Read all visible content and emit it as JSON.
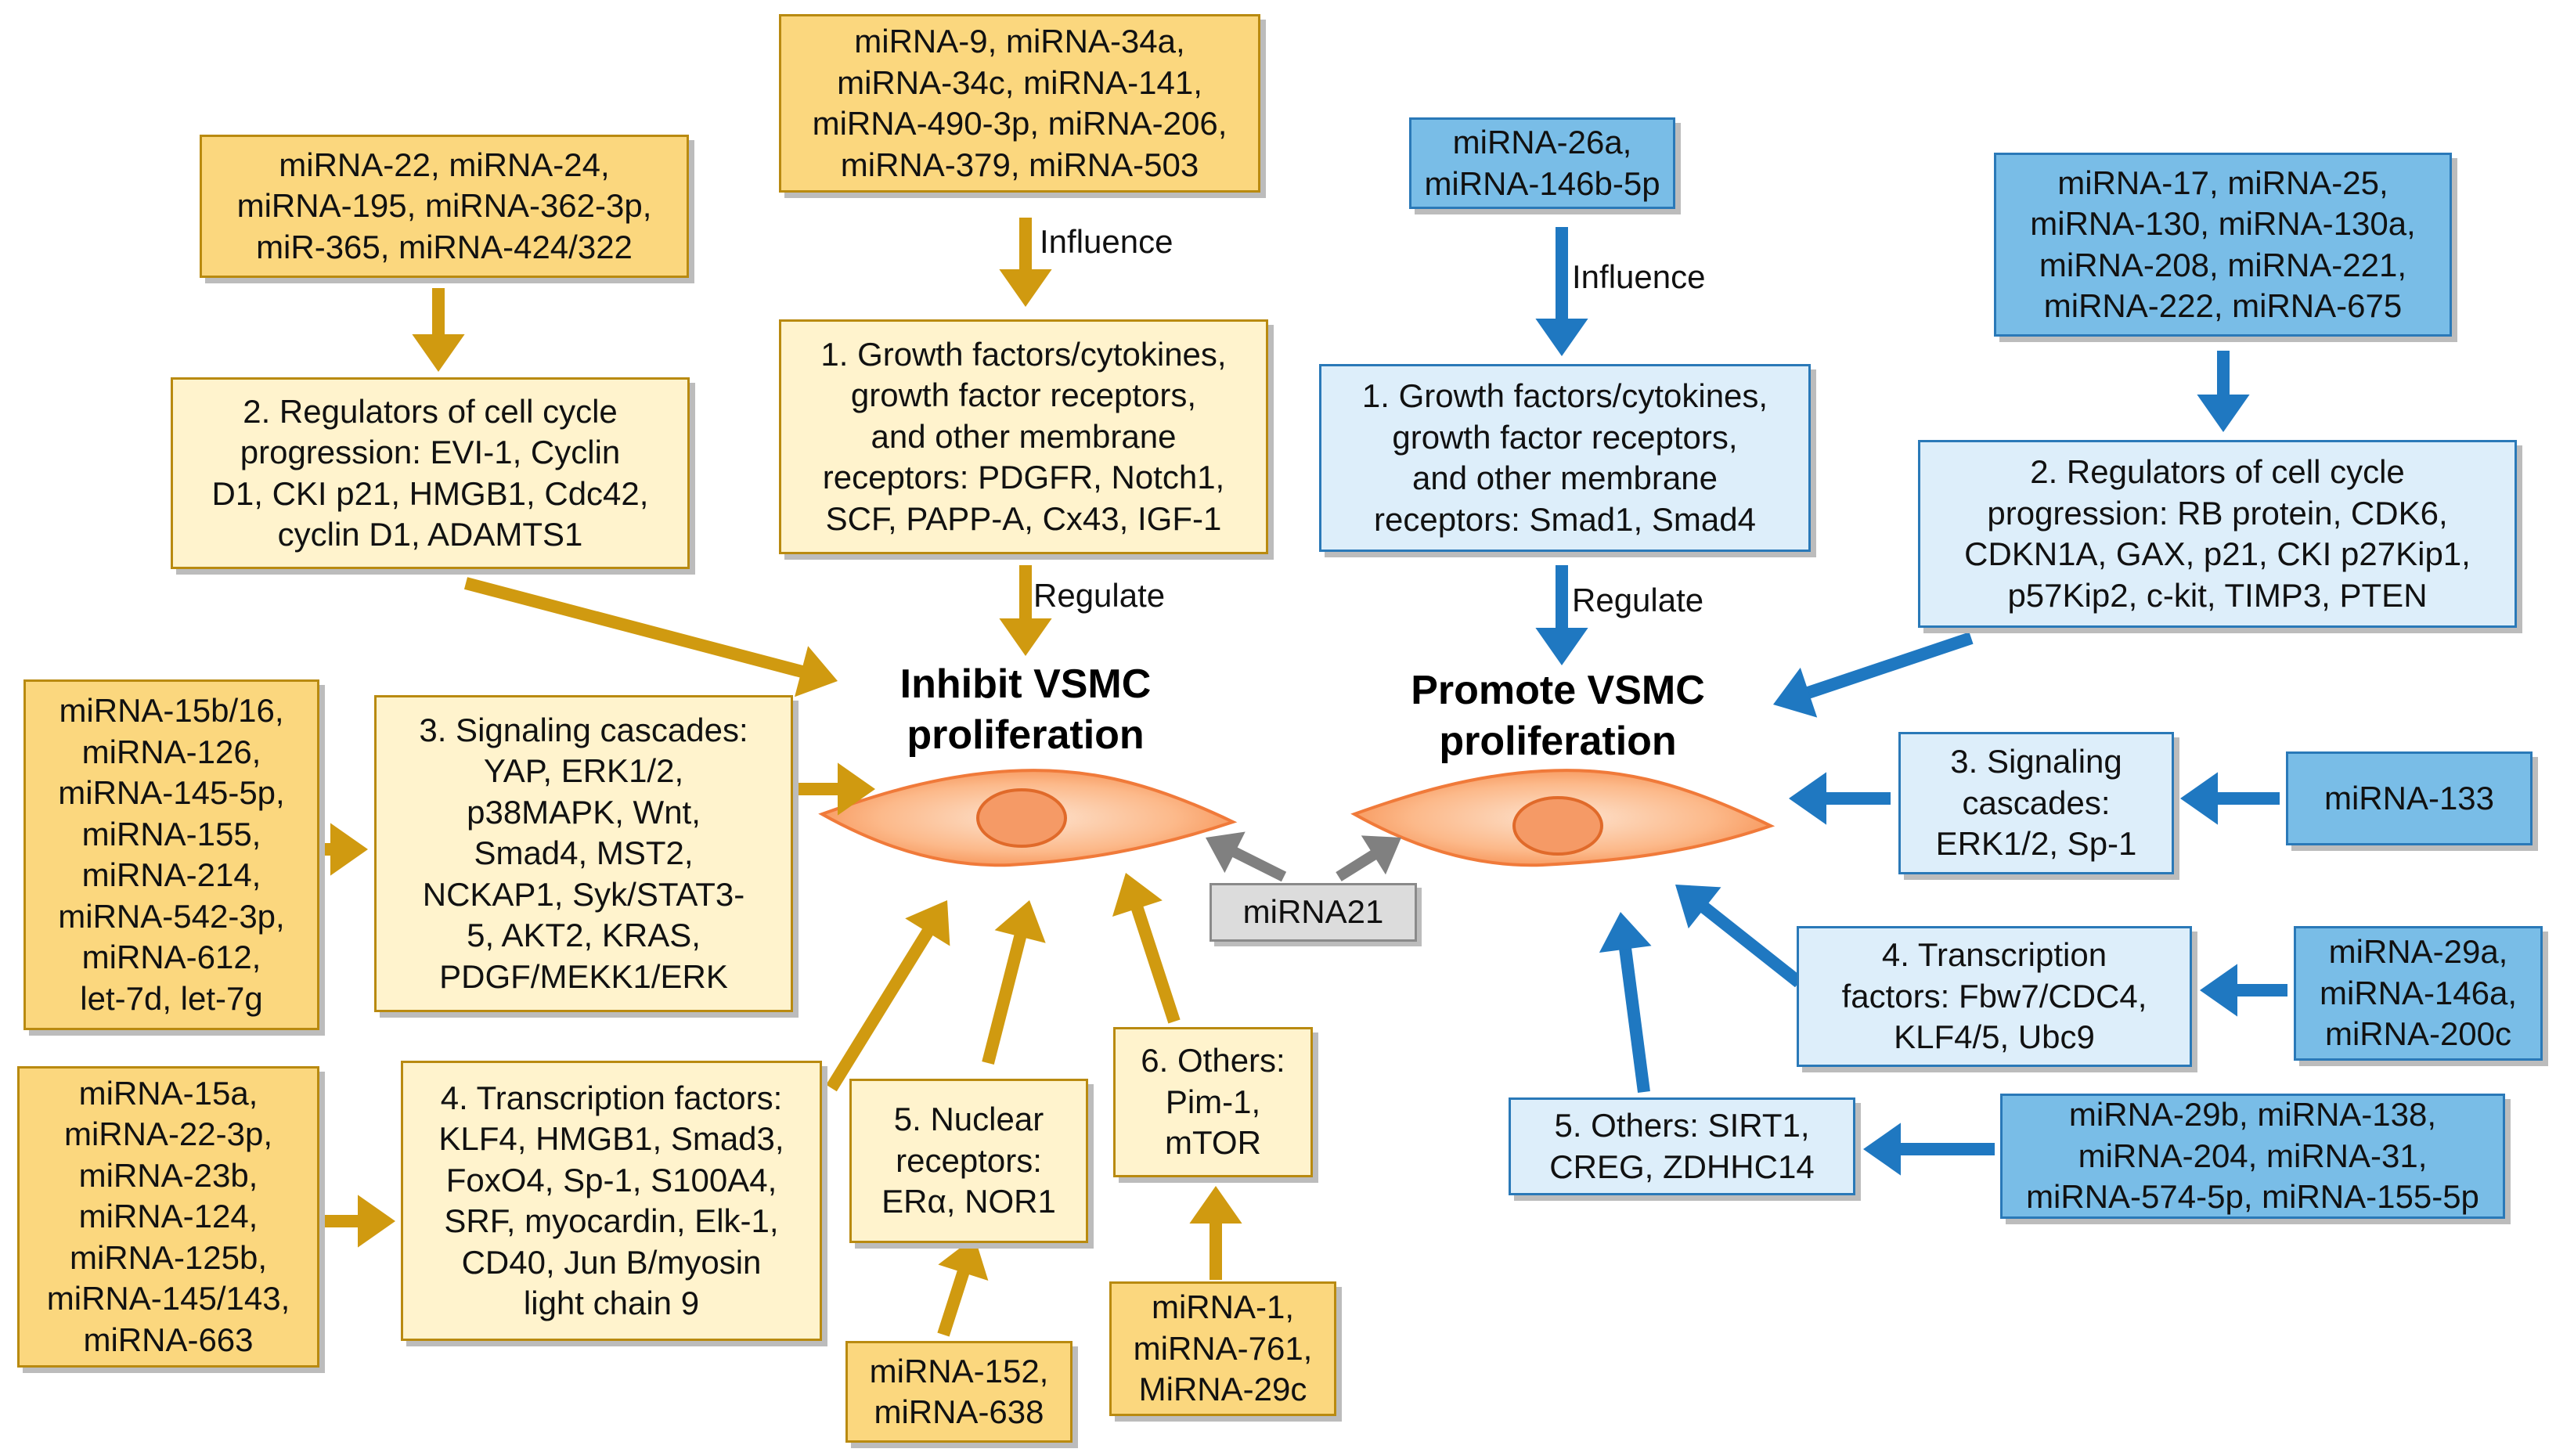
{
  "diagram": {
    "inhibit_title": "Inhibit VSMC\nproliferation",
    "promote_title": "Promote VSMC\nproliferation",
    "center_label": "miRNA21",
    "arrow_labels": {
      "influence_left": "Influence",
      "regulate_left": "Regulate",
      "influence_right": "Influence",
      "regulate_right": "Regulate"
    },
    "inhibit": {
      "cat1_mirnas": "miRNA-9, miRNA-34a,\nmiRNA-34c, miRNA-141,\nmiRNA-490-3p, miRNA-206,\nmiRNA-379, miRNA-503",
      "cat1": "1. Growth factors/cytokines,\ngrowth factor receptors,\nand other membrane\nreceptors: PDGFR, Notch1,\nSCF, PAPP-A, Cx43, IGF-1",
      "cat2_mirnas": "miRNA-22, miRNA-24,\nmiRNA-195, miRNA-362-3p,\nmiR-365, miRNA-424/322",
      "cat2": "2. Regulators of cell cycle\nprogression: EVI-1, Cyclin\nD1, CKI p21, HMGB1, Cdc42,\ncyclin D1, ADAMTS1",
      "cat3_mirnas": "miRNA-15b/16,\nmiRNA-126,\nmiRNA-145-5p,\nmiRNA-155,\nmiRNA-214,\nmiRNA-542-3p,\nmiRNA-612,\nlet-7d, let-7g",
      "cat3": "3. Signaling cascades:\nYAP, ERK1/2,\np38MAPK, Wnt,\nSmad4, MST2,\nNCKAP1, Syk/STAT3-\n5, AKT2, KRAS,\nPDGF/MEKK1/ERK",
      "cat4_mirnas": "miRNA-15a,\nmiRNA-22-3p,\nmiRNA-23b,\nmiRNA-124,\nmiRNA-125b,\nmiRNA-145/143,\nmiRNA-663",
      "cat4": "4. Transcription factors:\nKLF4, HMGB1, Smad3,\nFoxO4, Sp-1, S100A4,\nSRF, myocardin, Elk-1,\nCD40, Jun B/myosin\nlight chain 9",
      "cat5": "5. Nuclear\nreceptors:\nERα, NOR1",
      "cat5_mirnas": "miRNA-152,\nmiRNA-638",
      "cat6": "6. Others:\nPim-1,\nmTOR",
      "cat6_mirnas": "miRNA-1,\nmiRNA-761,\nMiRNA-29c"
    },
    "promote": {
      "cat1_mirnas": "miRNA-26a,\nmiRNA-146b-5p",
      "cat1": "1. Growth factors/cytokines,\ngrowth factor receptors,\nand other membrane\nreceptors: Smad1, Smad4",
      "cat2_mirnas": "miRNA-17, miRNA-25,\nmiRNA-130, miRNA-130a,\nmiRNA-208, miRNA-221,\nmiRNA-222, miRNA-675",
      "cat2": "2. Regulators of cell cycle\nprogression: RB protein, CDK6,\nCDKN1A, GAX, p21, CKI p27Kip1,\np57Kip2, c-kit, TIMP3, PTEN",
      "cat3": "3. Signaling\ncascades:\nERK1/2, Sp-1",
      "cat3_mirnas": "miRNA-133",
      "cat4": "4. Transcription\nfactors: Fbw7/CDC4,\nKLF4/5, Ubc9",
      "cat4_mirnas": "miRNA-29a,\nmiRNA-146a,\nmiRNA-200c",
      "cat5": "5. Others: SIRT1,\nCREG, ZDHHC14",
      "cat5_mirnas": "miRNA-29b, miRNA-138,\nmiRNA-204, miRNA-31,\nmiRNA-574-5p, miRNA-155-5p"
    },
    "colors": {
      "inhibit_arrow": "#d09a10",
      "promote_arrow": "#1f78c1",
      "center_arrow": "#808080",
      "cell_fill": "#fdb889",
      "cell_stroke": "#f07a3a"
    }
  }
}
